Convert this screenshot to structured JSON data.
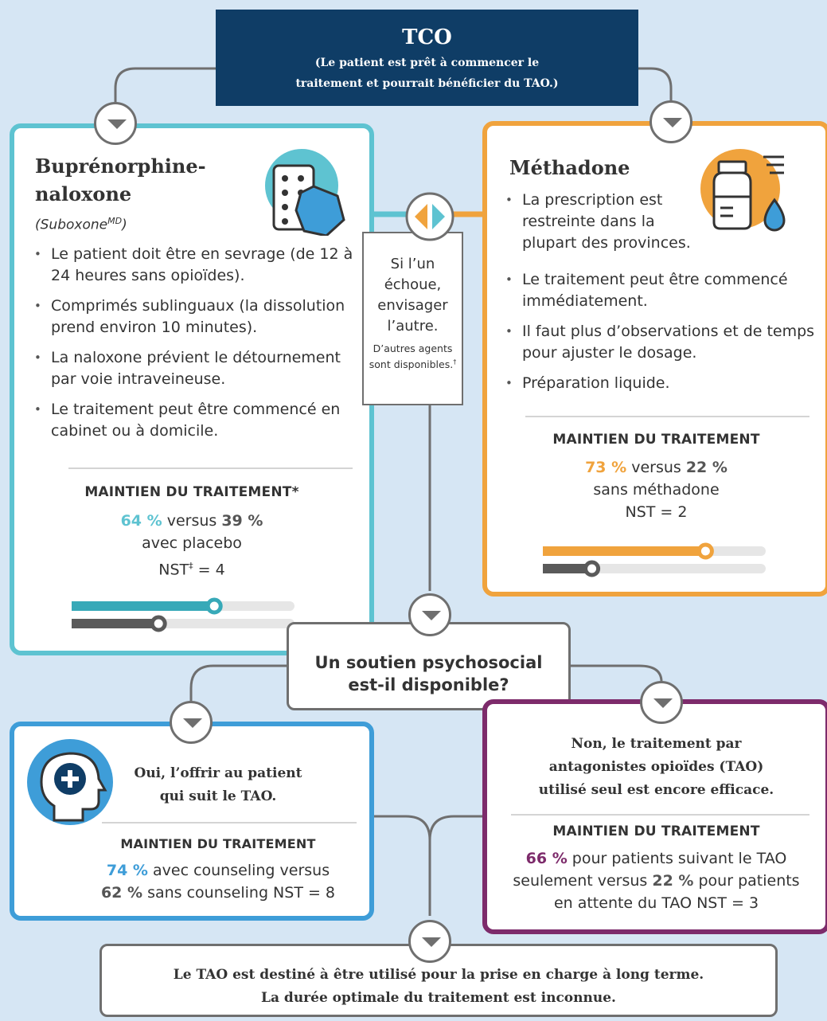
{
  "header": {
    "title": "TCO",
    "subtitle_line1": "(Le patient est prêt à commencer le",
    "subtitle_line2": "traitement et pourrait bénéficier du TAO.)"
  },
  "buprenorphine": {
    "title_line1": "Buprénorphine-",
    "title_line2": "naloxone",
    "brand": "(Suboxone",
    "brand_sup": "MD",
    "brand_close": ")",
    "bullets": [
      "Le patient doit être en sevrage (de 12 à 24 heures sans opioïdes).",
      "Comprimés sublinguaux (la dissolution prend environ 10 minutes).",
      "La naloxone prévient le détournement par voie intraveineuse.",
      "Le traitement peut être commencé en cabinet ou à domicile."
    ],
    "retention_heading": "MAINTIEN DU TRAITEMENT*",
    "stat_main": "64 %",
    "stat_versus": " versus ",
    "stat_compare": "39 %",
    "stat_comparator": "avec placebo",
    "nnt_label": "NST",
    "nnt_sup": "‡",
    "nnt_value": " = 4",
    "bar_treatment": 0.64,
    "bar_comparator": 0.39
  },
  "methadone": {
    "title": "Méthadone",
    "bullets": [
      "La prescription est restreinte dans la plupart des provinces.",
      "Le traitement peut être commencé immédiatement.",
      "Il faut plus d’observations et de temps pour ajuster le dosage.",
      "Préparation liquide."
    ],
    "retention_heading": "MAINTIEN DU TRAITEMENT",
    "stat_main": "73 %",
    "stat_versus": " versus ",
    "stat_compare": "22 %",
    "stat_comparator": "sans méthadone",
    "nnt": "NST = 2",
    "bar_treatment": 0.73,
    "bar_comparator": 0.22
  },
  "center": {
    "line1": "Si l’un",
    "line2": "échoue,",
    "line3": "envisager",
    "line4": "l’autre.",
    "note_line1": "D’autres agents",
    "note_line2": "sont disponibles.",
    "note_sup": "†"
  },
  "psychosocial": {
    "line1": "Un soutien psychosocial",
    "line2": "est-il disponible?"
  },
  "oui": {
    "lead": "Oui,",
    "text1": " l’offrir au patient",
    "text2": "qui suit le TAO.",
    "retention_heading": "MAINTIEN DU TRAITEMENT",
    "stat_main": "74 %",
    "stat_main_text": " avec counseling versus",
    "stat_compare": "62 %",
    "stat_compare_text": " sans counseling NST = 8"
  },
  "non": {
    "lead": "Non,",
    "text1": " le traitement par",
    "text2": "antagonistes opioïdes (TAO)",
    "text3": "utilisé seul est encore efficace.",
    "retention_heading": "MAINTIEN DU TRAITEMENT",
    "stat_main": "66 %",
    "stat_main_text": " pour patients suivant le TAO",
    "line2_a": "seulement versus ",
    "stat_compare": "22 %",
    "line2_b": " pour patients",
    "line3": "en attente du TAO NST = 3"
  },
  "footer": {
    "line1": "Le TAO est destiné à être utilisé pour la prise en charge à long terme.",
    "line2": "La durée optimale du traitement est inconnue."
  },
  "colors": {
    "navy": "#0f3d66",
    "teal": "#5ec3d1",
    "orange": "#f0a33d",
    "blue": "#3e9dd8",
    "purple": "#7d2b6b",
    "gray": "#6f6f6f",
    "background": "#d6e6f4"
  },
  "icons": {
    "buprenorphine": "pill-blister-icon",
    "methadone": "medicine-bottle-icon",
    "switch": "switch-arrows-icon",
    "oui": "head-plus-icon"
  }
}
